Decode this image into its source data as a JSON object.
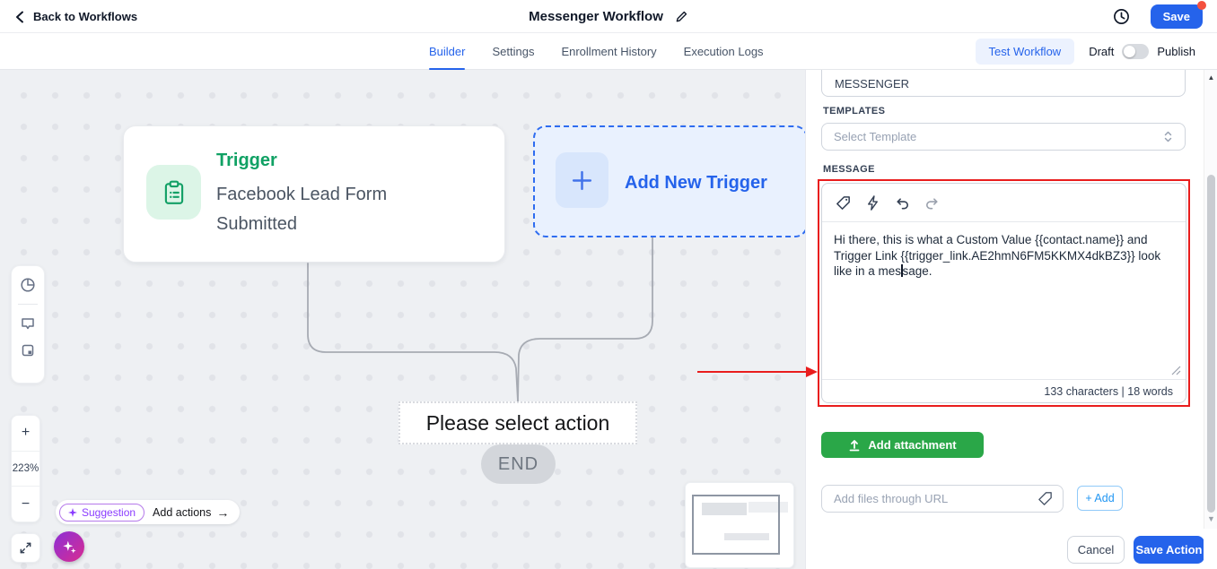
{
  "header": {
    "back_label": "Back to Workflows",
    "title": "Messenger Workflow",
    "save_label": "Save"
  },
  "tabs": {
    "items": [
      {
        "label": "Builder",
        "active": true
      },
      {
        "label": "Settings",
        "active": false
      },
      {
        "label": "Enrollment History",
        "active": false
      },
      {
        "label": "Execution Logs",
        "active": false
      }
    ],
    "test_workflow_label": "Test Workflow",
    "draft_label": "Draft",
    "publish_label": "Publish"
  },
  "canvas": {
    "trigger_card": {
      "title": "Trigger",
      "subtitle": "Facebook Lead Form Submitted"
    },
    "add_trigger_label": "Add New Trigger",
    "select_action_label": "Please select action",
    "end_label": "END",
    "zoom": {
      "in": "+",
      "level": "223%",
      "out": "−"
    },
    "suggestion_label": "Suggestion",
    "add_actions_label": "Add actions",
    "arrow_right_glyph": "→"
  },
  "panel": {
    "channel_value": "MESSENGER",
    "templates_label": "TEMPLATES",
    "template_placeholder": "Select Template",
    "message_label": "MESSAGE",
    "message_before": "Hi there, this is what a Custom Value {{contact.name}} and Trigger Link {{trigger_link.AE2hmN6FM5KKMX4dkBZ3}} look like in a mes",
    "message_after": "sage.",
    "stats": "133 characters | 18 words",
    "add_attachment_label": "Add attachment",
    "url_placeholder": "Add files through URL",
    "add_url_label": "+ Add",
    "cancel_label": "Cancel",
    "save_action_label": "Save Action"
  },
  "scrollbar": {
    "up_glyph": "▲",
    "down_glyph": "▼"
  },
  "colors": {
    "accent_blue": "#2563eb",
    "trigger_green": "#10a164",
    "trigger_icon_bg": "#dcf5e7",
    "add_trigger_bg": "#e9f1fe",
    "attach_green": "#2aa748",
    "alert_red": "#e91d1d",
    "notification_red": "#f4503e",
    "canvas_bg": "#eef0f3",
    "suggestion_purple": "#8b3dff",
    "end_gray": "#d3d6db"
  }
}
